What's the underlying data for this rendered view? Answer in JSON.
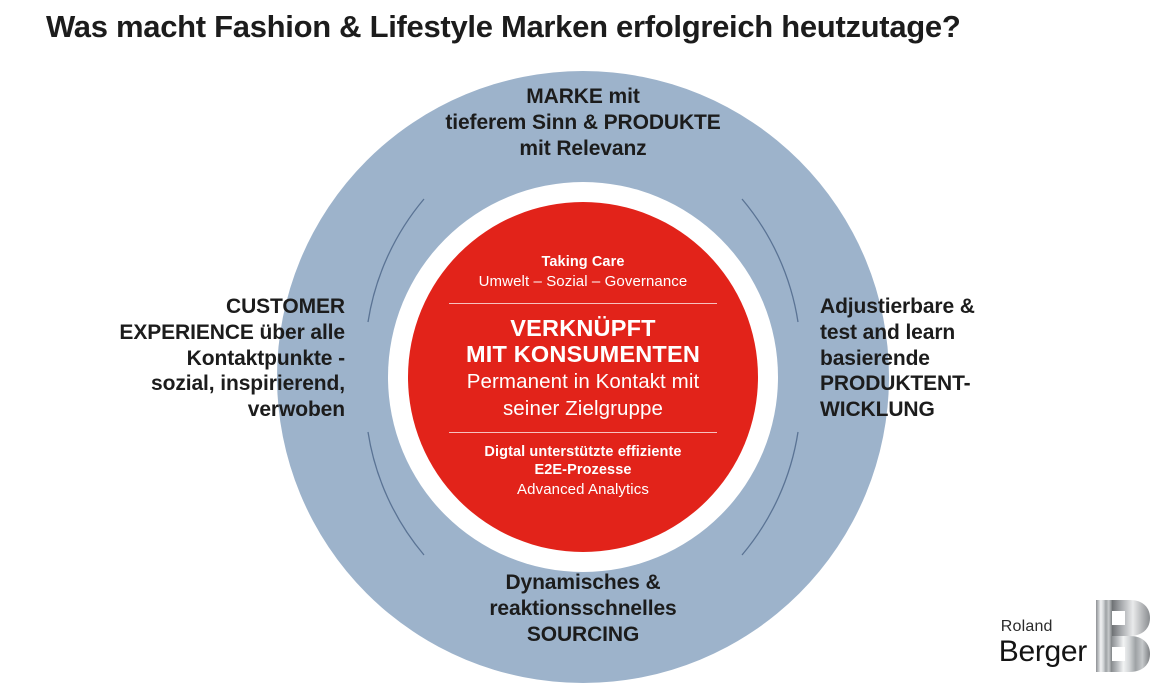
{
  "slide": {
    "title": "Was macht Fashion & Lifestyle Marken erfolgreich heutzutage?"
  },
  "colors": {
    "outer_ring": "#9db3cb",
    "inner_circle": "#e2231a",
    "white_ring": "#ffffff",
    "text_dark": "#1c1c1c",
    "text_light": "#ffffff",
    "arc_line": "#5a7394"
  },
  "center": {
    "top_bold": "Taking Care",
    "top_light": "Umwelt – Sozial – Governance",
    "headline_line1": "VERKNÜPFT",
    "headline_line2": "MIT KONSUMENTEN",
    "subline_line1": "Permanent in Kontakt mit",
    "subline_line2": "seiner Zielgruppe",
    "bottom_bold_line1": "Digtal unterstützte effiziente",
    "bottom_bold_line2": "E2E-Prozesse",
    "bottom_light": "Advanced Analytics"
  },
  "quadrants": {
    "top": {
      "line1": "MARKE mit",
      "line2": "tieferem Sinn & PRODUKTE",
      "line3": "mit Relevanz"
    },
    "left": {
      "line1": "CUSTOMER",
      "line2": "EXPERIENCE über alle",
      "line3": "Kontaktpunkte -",
      "line4": "sozial, inspirierend,",
      "line5": "verwoben"
    },
    "right": {
      "line1": "Adjustierbare &",
      "line2": "test and learn",
      "line3": "basierende",
      "line4": "PRODUKTENT-",
      "line5": "WICKLUNG"
    },
    "bottom": {
      "line1": "Dynamisches &",
      "line2": "reaktionsschnelles",
      "line3": "SOURCING"
    }
  },
  "logo": {
    "top_word": "Roland",
    "bottom_word": "Berger",
    "mark": "roland-berger-b-monogram"
  }
}
